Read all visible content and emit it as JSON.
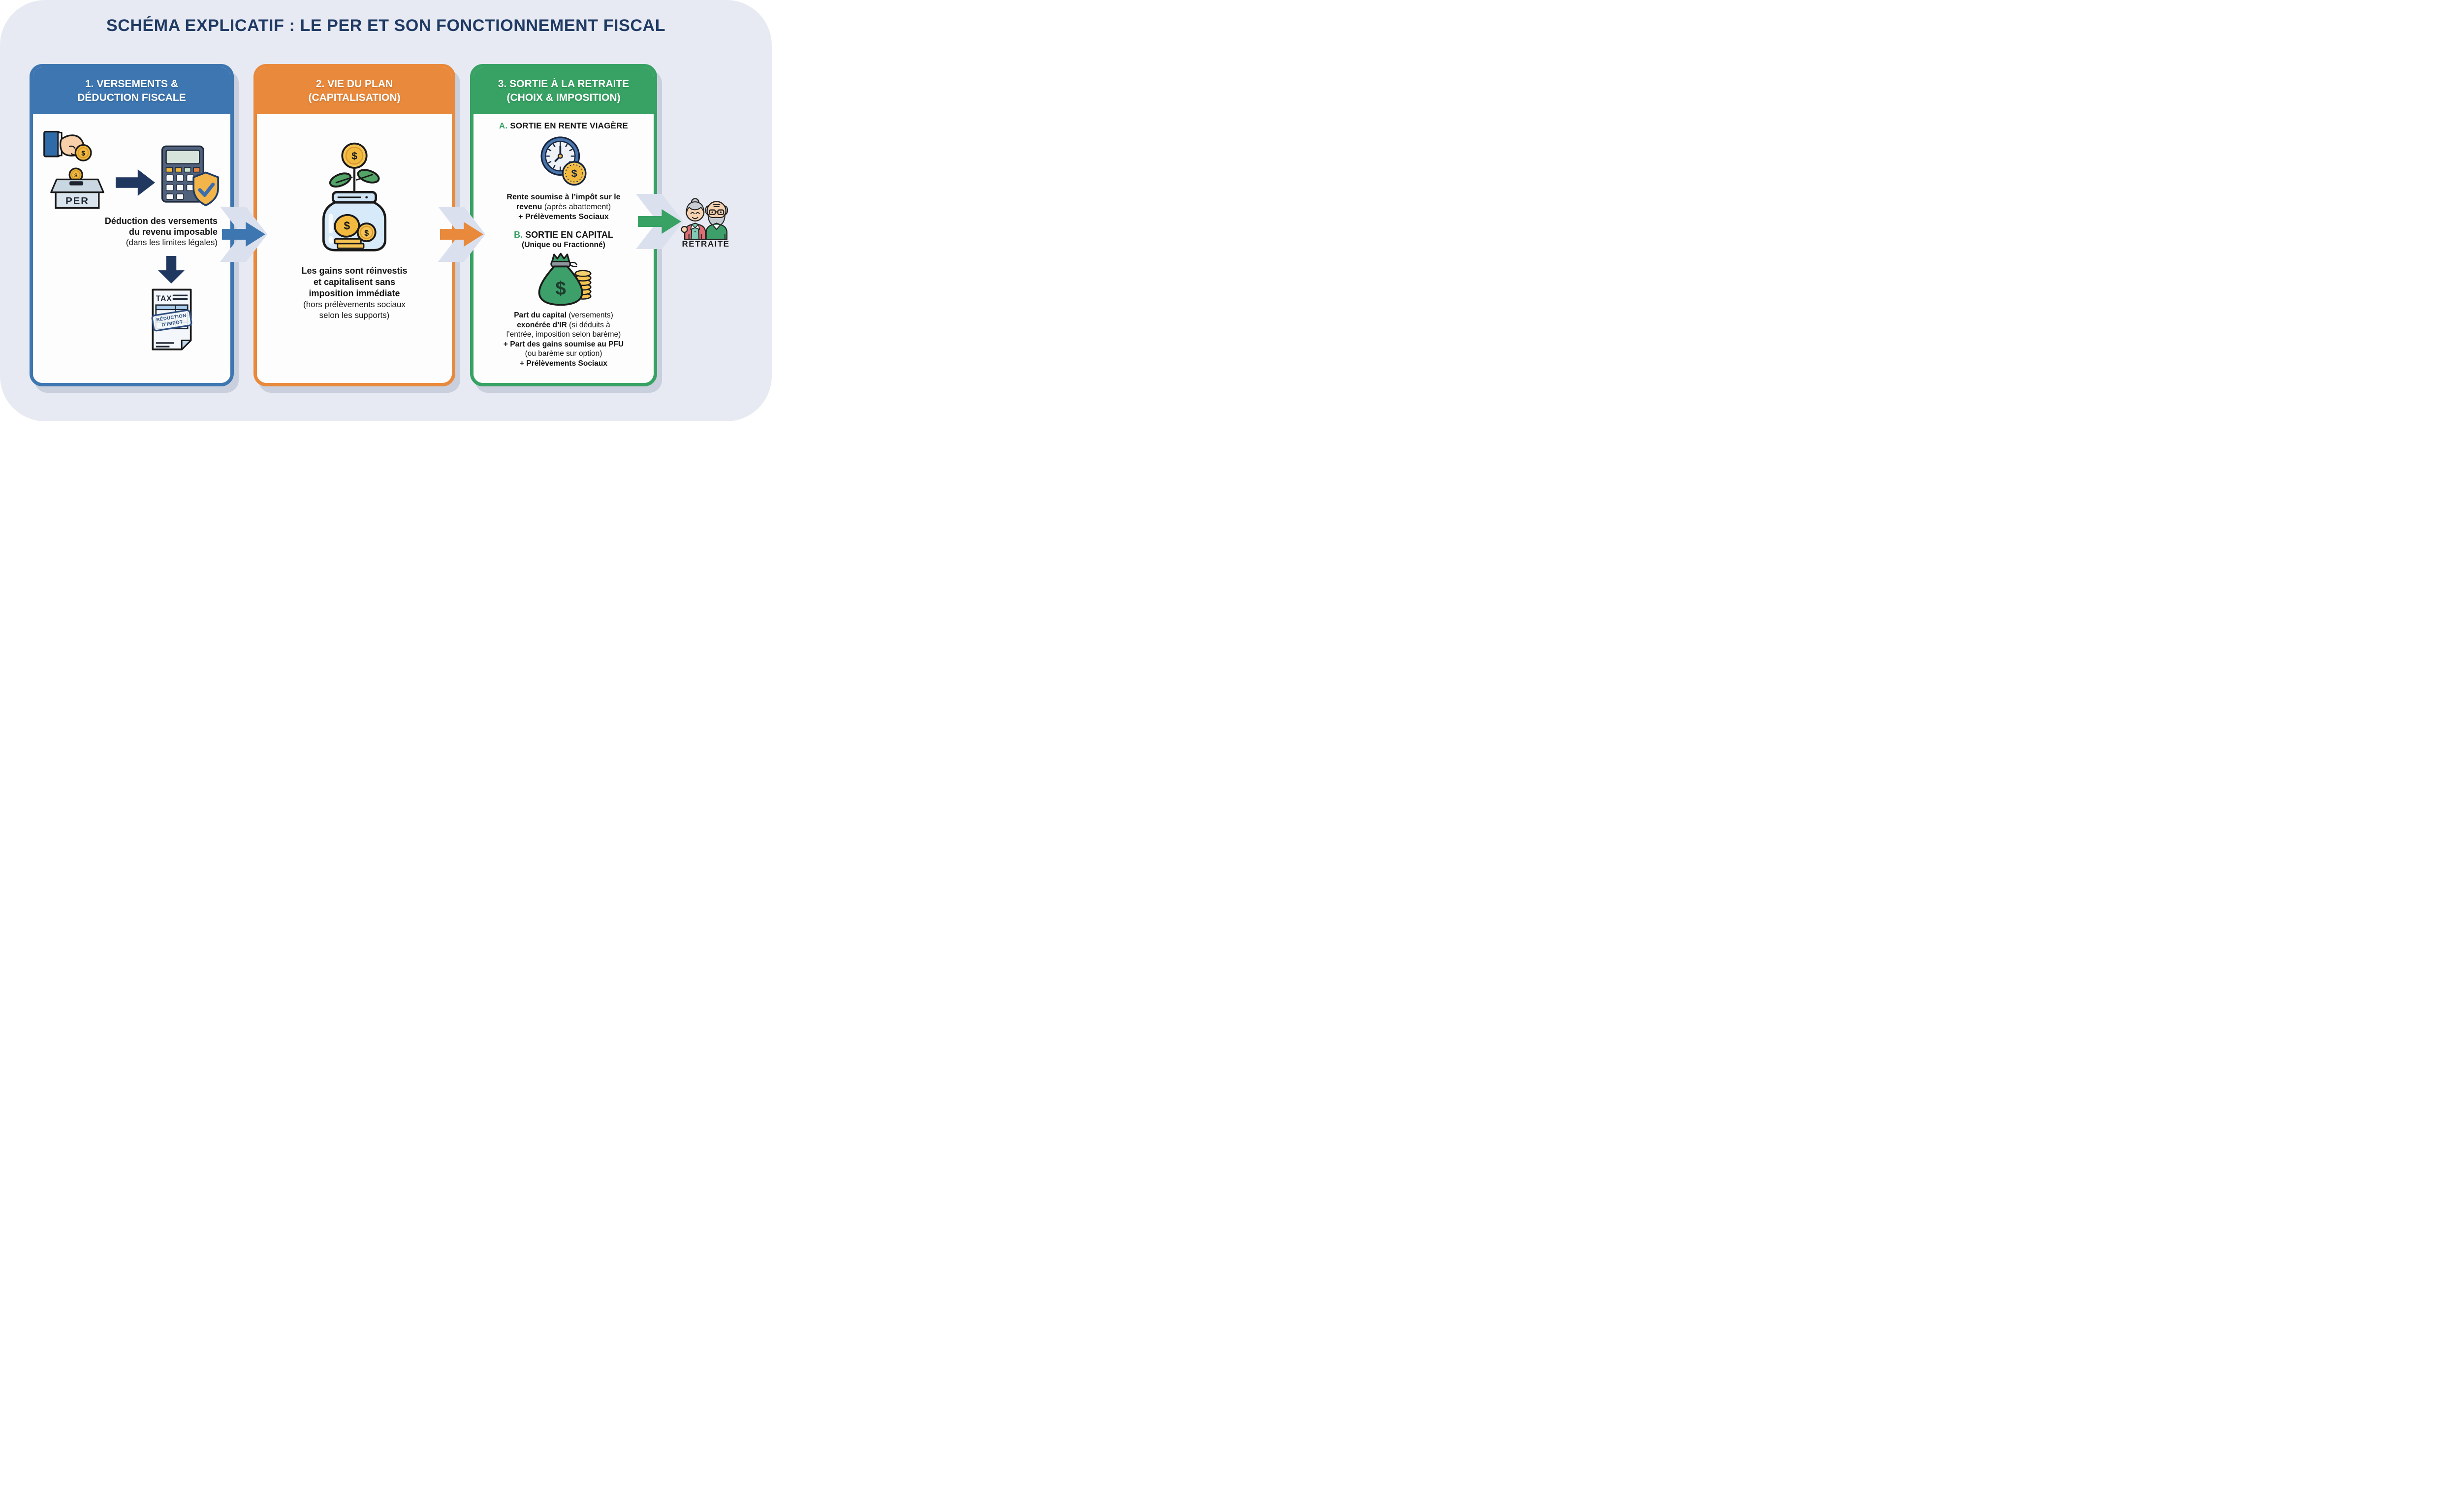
{
  "title": "SCHÉMA EXPLICATIF : LE PER ET SON FONCTIONNEMENT FISCAL",
  "symbols": {
    "dollar": "$"
  },
  "colors": {
    "background": "#e7eaf2",
    "title_navy": "#1f3a63",
    "panel1_blue": "#3d76b0",
    "panel2_orange": "#e8893c",
    "panel3_green": "#37a263",
    "flow_arrow_navy": "#20375f",
    "coin_gold": "#f2b93f",
    "text_dark": "#141414"
  },
  "icons": {
    "hand_coin": "hand-dropping-coin",
    "per_box": "deposit-box",
    "calculator": "calculator",
    "shield_check": "shield-with-checkmark",
    "tax_document": "tax-form-with-stamp",
    "jar_growth": "savings-jar-with-plant",
    "clock_coin": "clock-with-coin",
    "money_bag": "money-bag-with-coin-stacks",
    "elderly_couple": "retired-couple",
    "flow_arrow": "right-arrow"
  },
  "panel1": {
    "header_line1": "1. VERSEMENTS &",
    "header_line2": "DÉDUCTION FISCALE",
    "per_label": "PER",
    "deduction_line1": "Déduction des versements",
    "deduction_line2": "du revenu imposable",
    "deduction_line3": "(dans les limites légales)",
    "tax_label": "TAX",
    "stamp_line1": "RÉDUCTION",
    "stamp_line2": "D’IMPÔT"
  },
  "panel2": {
    "header_line1": "2. VIE DU PLAN",
    "header_line2": "(CAPITALISATION)",
    "gains_line1": "Les gains sont réinvestis",
    "gains_line2": "et capitalisent sans",
    "gains_line3": "imposition immédiate",
    "gains_note1": "(hors prélèvements sociaux",
    "gains_note2": "selon les supports)"
  },
  "panel3": {
    "header_line1": "3. SORTIE À LA RETRAITE",
    "header_line2": "(CHOIX & IMPOSITION)",
    "optionA": {
      "letter": "A.",
      "title": "SORTIE EN RENTE VIAGÈRE",
      "line1": "Rente soumise à l’impôt sur le",
      "line2_bold": "revenu",
      "line2_reg": " (après abattement)",
      "line3": "+ Prélèvements Sociaux"
    },
    "optionB": {
      "letter": "B.",
      "title": "SORTIE EN CAPITAL",
      "subtitle": "(Unique ou Fractionné)",
      "line1_bold": "Part du capital",
      "line1_reg": " (versements)",
      "line2_bold": "exonérée d’IR",
      "line2_reg": " (si déduits à",
      "line3": "l’entrée, imposition selon barème)",
      "line4": "+ Part des gains soumise au PFU",
      "line5": "(ou barème sur option)",
      "line6": "+ Prélèvements Sociaux"
    }
  },
  "retirement": {
    "label": "RETRAITE"
  }
}
